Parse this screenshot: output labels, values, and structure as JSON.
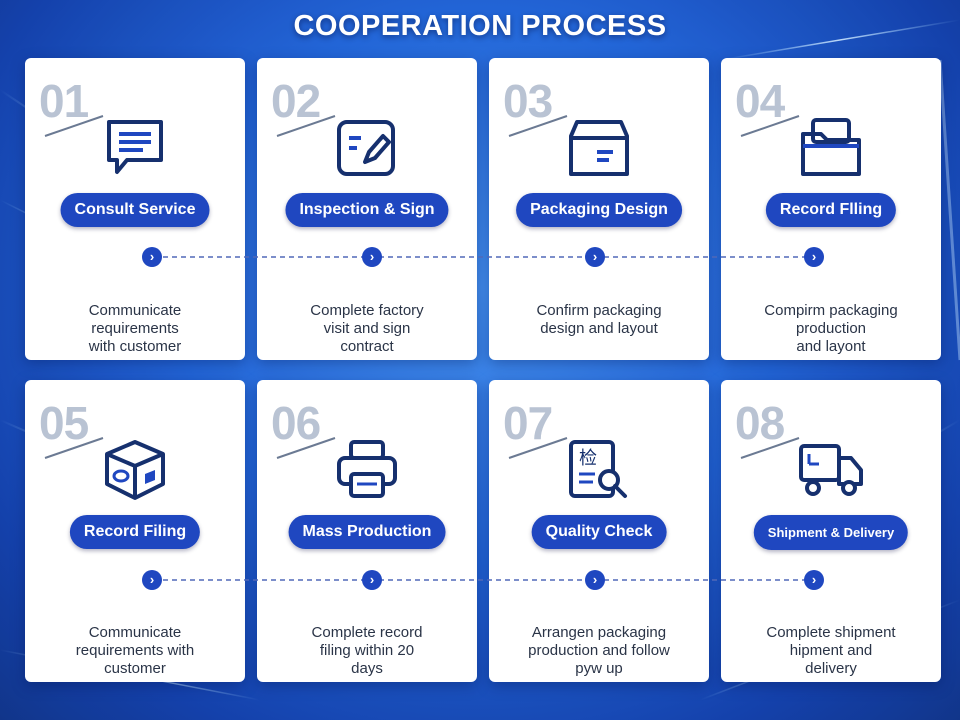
{
  "title": "COOPERATION PROCESS",
  "colors": {
    "accent": "#1f47c0",
    "number": "#b9c3d3",
    "text": "#2a3447"
  },
  "steps": [
    {
      "number": "01",
      "label": "Consult Service",
      "icon": "chat-icon",
      "desc": "Communicate\nrequirements\nwith customer"
    },
    {
      "number": "02",
      "label": "Inspection & Sign",
      "icon": "document-sign-icon",
      "desc": "Complete factory\nvisit and sign\ncontract"
    },
    {
      "number": "03",
      "label": "Packaging Design",
      "icon": "box-icon",
      "desc": "Confirm packaging\ndesign and layout"
    },
    {
      "number": "04",
      "label": "Record Flling",
      "icon": "folder-icon",
      "desc": "Compirm packaging\nproduction\nand layont"
    },
    {
      "number": "05",
      "label": "Record Filing",
      "icon": "package-3d-icon",
      "desc": "Communicate\nrequirements with\ncustomer"
    },
    {
      "number": "06",
      "label": "Mass Production",
      "icon": "printer-icon",
      "desc": "Complete record\nfiling within 20\ndays"
    },
    {
      "number": "07",
      "label": "Quality Check",
      "icon": "inspection-icon",
      "icon_glyph": "检",
      "desc": "Arrangen packaging\nproduction and follow\npyw up"
    },
    {
      "number": "08",
      "label": "Shipment & Delivery",
      "icon": "truck-icon",
      "desc": "Complete shipment\nhipment and\ndelivery"
    }
  ]
}
